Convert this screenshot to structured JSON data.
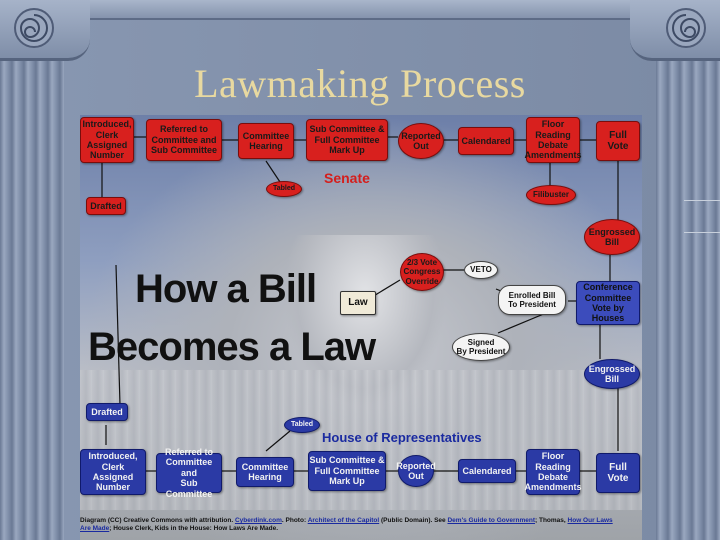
{
  "slide": {
    "title": "Lawmaking Process"
  },
  "colors": {
    "senate_red": "#d8201e",
    "house_blue": "#2b3aa5",
    "title_gold": "#e8d9a0",
    "frame": "#7d8da7"
  },
  "diagram": {
    "heading_line1": "How a Bill",
    "heading_line2": "Becomes a Law",
    "senate_label": "Senate",
    "house_label": "House of Representatives",
    "drafted": "Drafted",
    "law": "Law",
    "veto": "VETO",
    "senate": {
      "introduced": "Introduced,\nClerk\nAssigned\nNumber",
      "referred": "Referred to\nCommittee and\nSub Committee",
      "hearing": "Committee\nHearing",
      "markup": "Sub Committee &\nFull Committee\nMark Up",
      "reported": "Reported\nOut",
      "calendared": "Calendared",
      "floor": "Floor\nReading\nDebate\nAmendments",
      "full_vote": "Full\nVote",
      "tabled": "Tabled",
      "filibuster": "Filibuster",
      "engrossed": "Engrossed\nBill"
    },
    "middle": {
      "override": "2/3 Vote\nCongress\nOverride",
      "enrolled": "Enrolled Bill\nTo President",
      "signed": "Signed\nBy President",
      "conference": "Conference\nCommittee\nVote by Houses"
    },
    "house": {
      "drafted": "Drafted",
      "tabled": "Tabled",
      "introduced": "Introduced,\nClerk\nAssigned\nNumber",
      "referred": "Referred to\nCommittee and\nSub Committee",
      "hearing": "Committee\nHearing",
      "markup": "Sub Committee &\nFull Committee\nMark Up",
      "reported": "Reported\nOut",
      "calendared": "Calendared",
      "floor": "Floor\nReading\nDebate\nAmendments",
      "full_vote": "Full\nVote",
      "engrossed": "Engrossed\nBill"
    },
    "credit_line1_a": "Diagram (CC) Creative Commons with attribution.",
    "credit_line1_link1": "Cyberdink.com",
    "credit_line1_b": "Photo:",
    "credit_line1_link2": "Architect of the Capitol",
    "credit_line1_c": "(Public Domain). See",
    "credit_line1_link3": "Dem's Guide to Government",
    "credit_line1_d": "Thomas,",
    "credit_line1_link4": "How Our Laws",
    "credit_line2_link": "Are Made",
    "credit_line2_text": "; House Clerk, Kids in the House: How Laws Are Made."
  }
}
